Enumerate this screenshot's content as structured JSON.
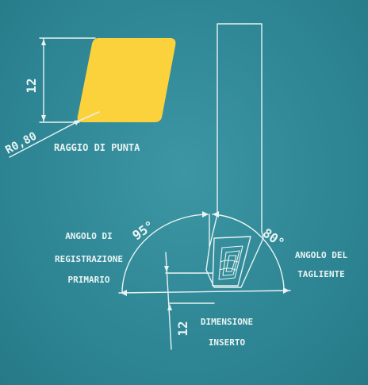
{
  "insert": {
    "height_dim": "12",
    "radius_dim": "R0,80",
    "radius_label": "RAGGIO DI PUNTA",
    "fill_color": "#fbd23b"
  },
  "holder": {
    "primary_angle_value": "95°",
    "primary_angle_label": [
      "ANGOLO DI",
      "REGISTRAZIONE",
      "PRIMARIO"
    ],
    "cutting_angle_value": "80°",
    "cutting_angle_label": [
      "ANGOLO DEL",
      "TAGLIENTE"
    ],
    "insert_size_dim": "12",
    "insert_size_label": [
      "DIMENSIONE",
      "INSERTO"
    ]
  },
  "colors": {
    "background": "#2f8795",
    "line": "#e8f3f4",
    "insert": "#fbd23b"
  }
}
